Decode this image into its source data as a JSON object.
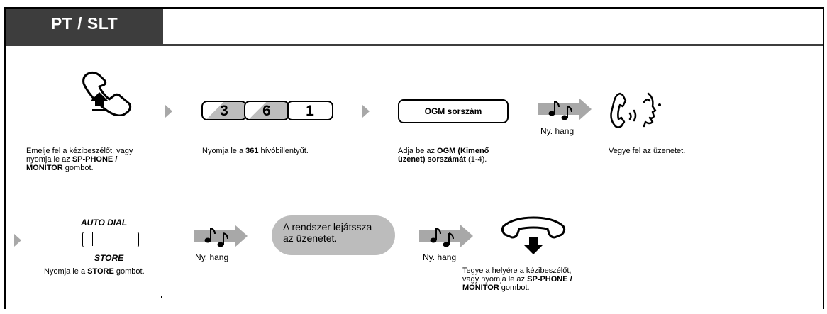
{
  "header": {
    "title": "PT / SLT"
  },
  "row1": {
    "step1": {
      "caption_parts": [
        "Emelje fel a kézibeszélőt, vagy",
        "nyomja le az ",
        "SP-PHONE /",
        "MONITOR",
        " gombot."
      ]
    },
    "step2": {
      "keys": [
        "3",
        "6",
        "1"
      ],
      "caption_parts": [
        "Nyomja le a ",
        "361",
        " hívóbillentyűt."
      ]
    },
    "step3": {
      "box_label": "OGM sorszám",
      "caption_parts": [
        "Adja be az ",
        "OGM (Kimenő",
        "üzenet) sorszámát",
        " (1-4)."
      ]
    },
    "tone_label": "Ny. hang",
    "step4": {
      "caption": "Vegye fel az üzenetet."
    }
  },
  "row2": {
    "step1": {
      "key_top_label": "AUTO DIAL",
      "key_bottom_label": "STORE",
      "caption_parts": [
        "Nyomja le a ",
        "STORE",
        " gombot."
      ]
    },
    "tone_label_1": "Ny. hang",
    "bubble_lines": [
      "A rendszer lejátssza",
      "az üzenetet."
    ],
    "tone_label_2": "Ny. hang",
    "step_last": {
      "caption_parts": [
        "Tegye a helyére a kézibeszélőt,",
        "vagy nyomja le az ",
        "SP-PHONE /",
        "MONITOR",
        " gombot."
      ]
    }
  },
  "colors": {
    "header_bg": "#3d3d3d",
    "arrow": "#a8a8a8",
    "bubble": "#bcbcbc"
  }
}
